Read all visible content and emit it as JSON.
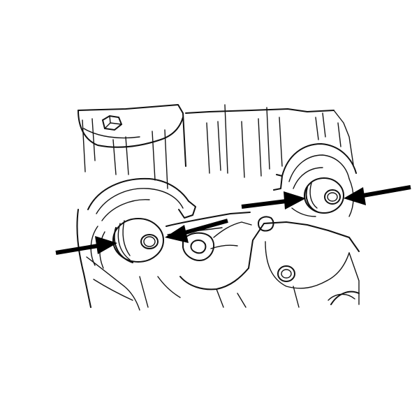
{
  "figure": {
    "subject": "engine-block-camshaft-seals",
    "background_color": "#ffffff",
    "line_color": "#111111",
    "callouts": [
      {
        "id": "left-outer",
        "points_to": "left-seal-outer-edge"
      },
      {
        "id": "left-inner",
        "points_to": "left-seal-inner-edge"
      },
      {
        "id": "right-inner",
        "points_to": "right-seal-inner-edge"
      },
      {
        "id": "right-outer",
        "points_to": "right-seal-outer-edge"
      }
    ]
  }
}
